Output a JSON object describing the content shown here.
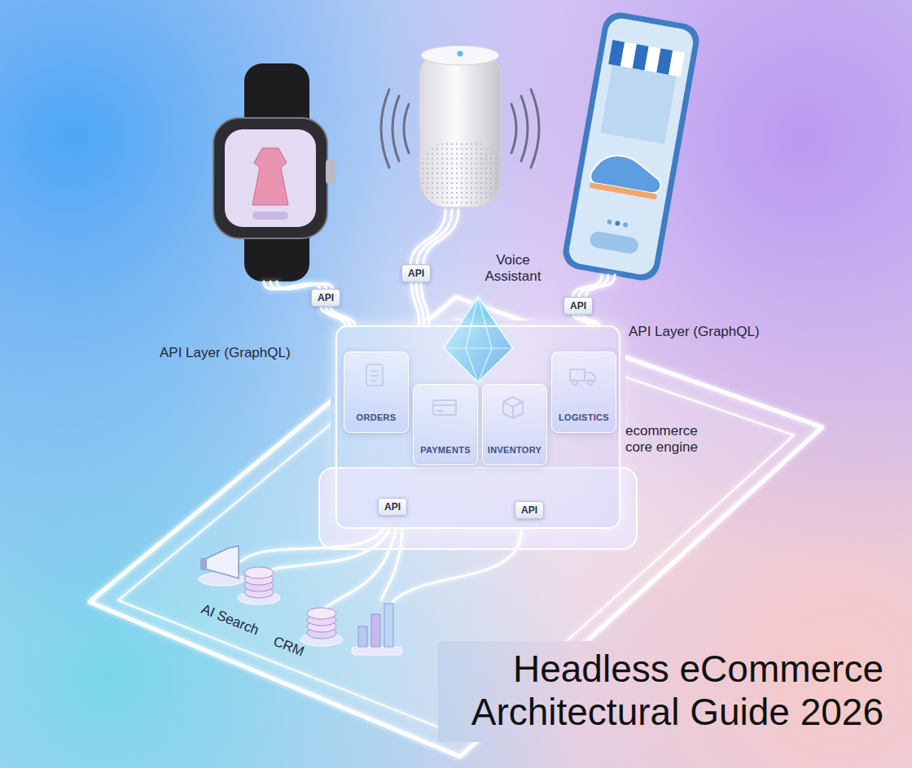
{
  "diagram": {
    "title": "Headless eCommerce Architectural Guide 2026",
    "nodes": [
      {
        "text": [
          "ecommerce core engine"
        ]
      },
      {
        "text": [
          "ORDERS"
        ],
        "in": 0
      },
      {
        "text": [
          "PAYMENTS"
        ],
        "in": 0
      },
      {
        "text": [
          "INVENTORY"
        ],
        "in": 0
      },
      {
        "text": [
          "LOGISTICS"
        ],
        "in": 0
      },
      {
        "text": [
          "API"
        ]
      },
      {
        "text": [
          "API"
        ]
      },
      {
        "text": [
          "API"
        ]
      },
      {
        "text": [
          "API"
        ],
        "in": 0
      },
      {
        "text": [
          "API"
        ],
        "in": 0
      }
    ],
    "edges": [
      {
        "from": 5,
        "to": 0,
        "arrow": "none"
      },
      {
        "from": 6,
        "to": 0,
        "arrow": "none"
      },
      {
        "from": 7,
        "to": 0,
        "arrow": "none"
      }
    ],
    "labels": [
      "Voice Assistant",
      "API Layer (GraphQL)",
      "API Layer (GraphQL)",
      "AI Search",
      "CRM"
    ]
  }
}
